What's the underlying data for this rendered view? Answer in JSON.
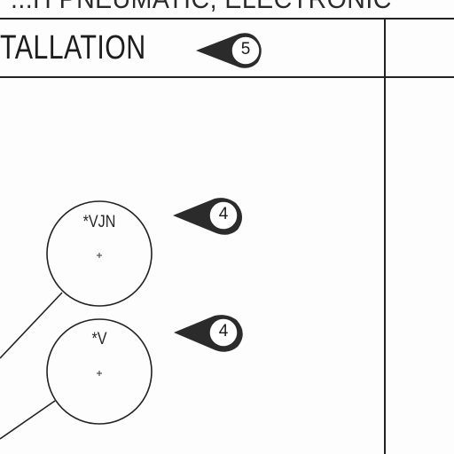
{
  "header": {
    "top_text": "...H PNEUMATIC, ELECTRONIC",
    "section_title": "TALLATION",
    "section_revision": "5"
  },
  "instruments": [
    {
      "label": "*VJN",
      "revision": "4"
    },
    {
      "label": "*V",
      "revision": "4"
    }
  ]
}
